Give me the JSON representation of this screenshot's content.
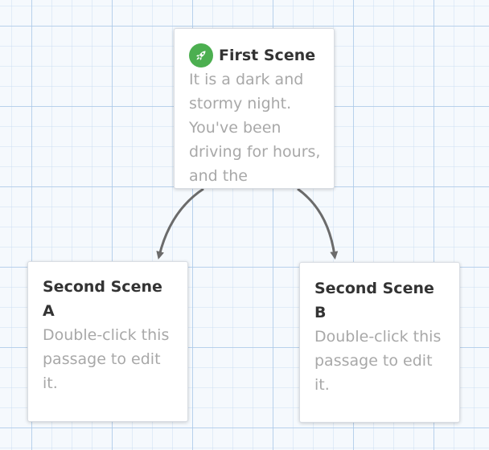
{
  "passages": [
    {
      "title": "First Scene",
      "excerpt": "It is a dark and stormy night. You've been driving for hours, and the",
      "is_start": true,
      "icon": "rocket-icon",
      "icon_color": "#4caf50"
    },
    {
      "title": "Second Scene A",
      "excerpt": "Double-click this passage to edit it.",
      "is_start": false
    },
    {
      "title": "Second Scene B",
      "excerpt": "Double-click this passage to edit it.",
      "is_start": false
    }
  ],
  "links": [
    {
      "from": "First Scene",
      "to": "Second Scene A"
    },
    {
      "from": "First Scene",
      "to": "Second Scene B"
    }
  ],
  "colors": {
    "grid_background": "#f5f9fd",
    "link_arrow": "#6b6b6b",
    "title_text": "#333333",
    "excerpt_text": "#a8a8a8"
  }
}
